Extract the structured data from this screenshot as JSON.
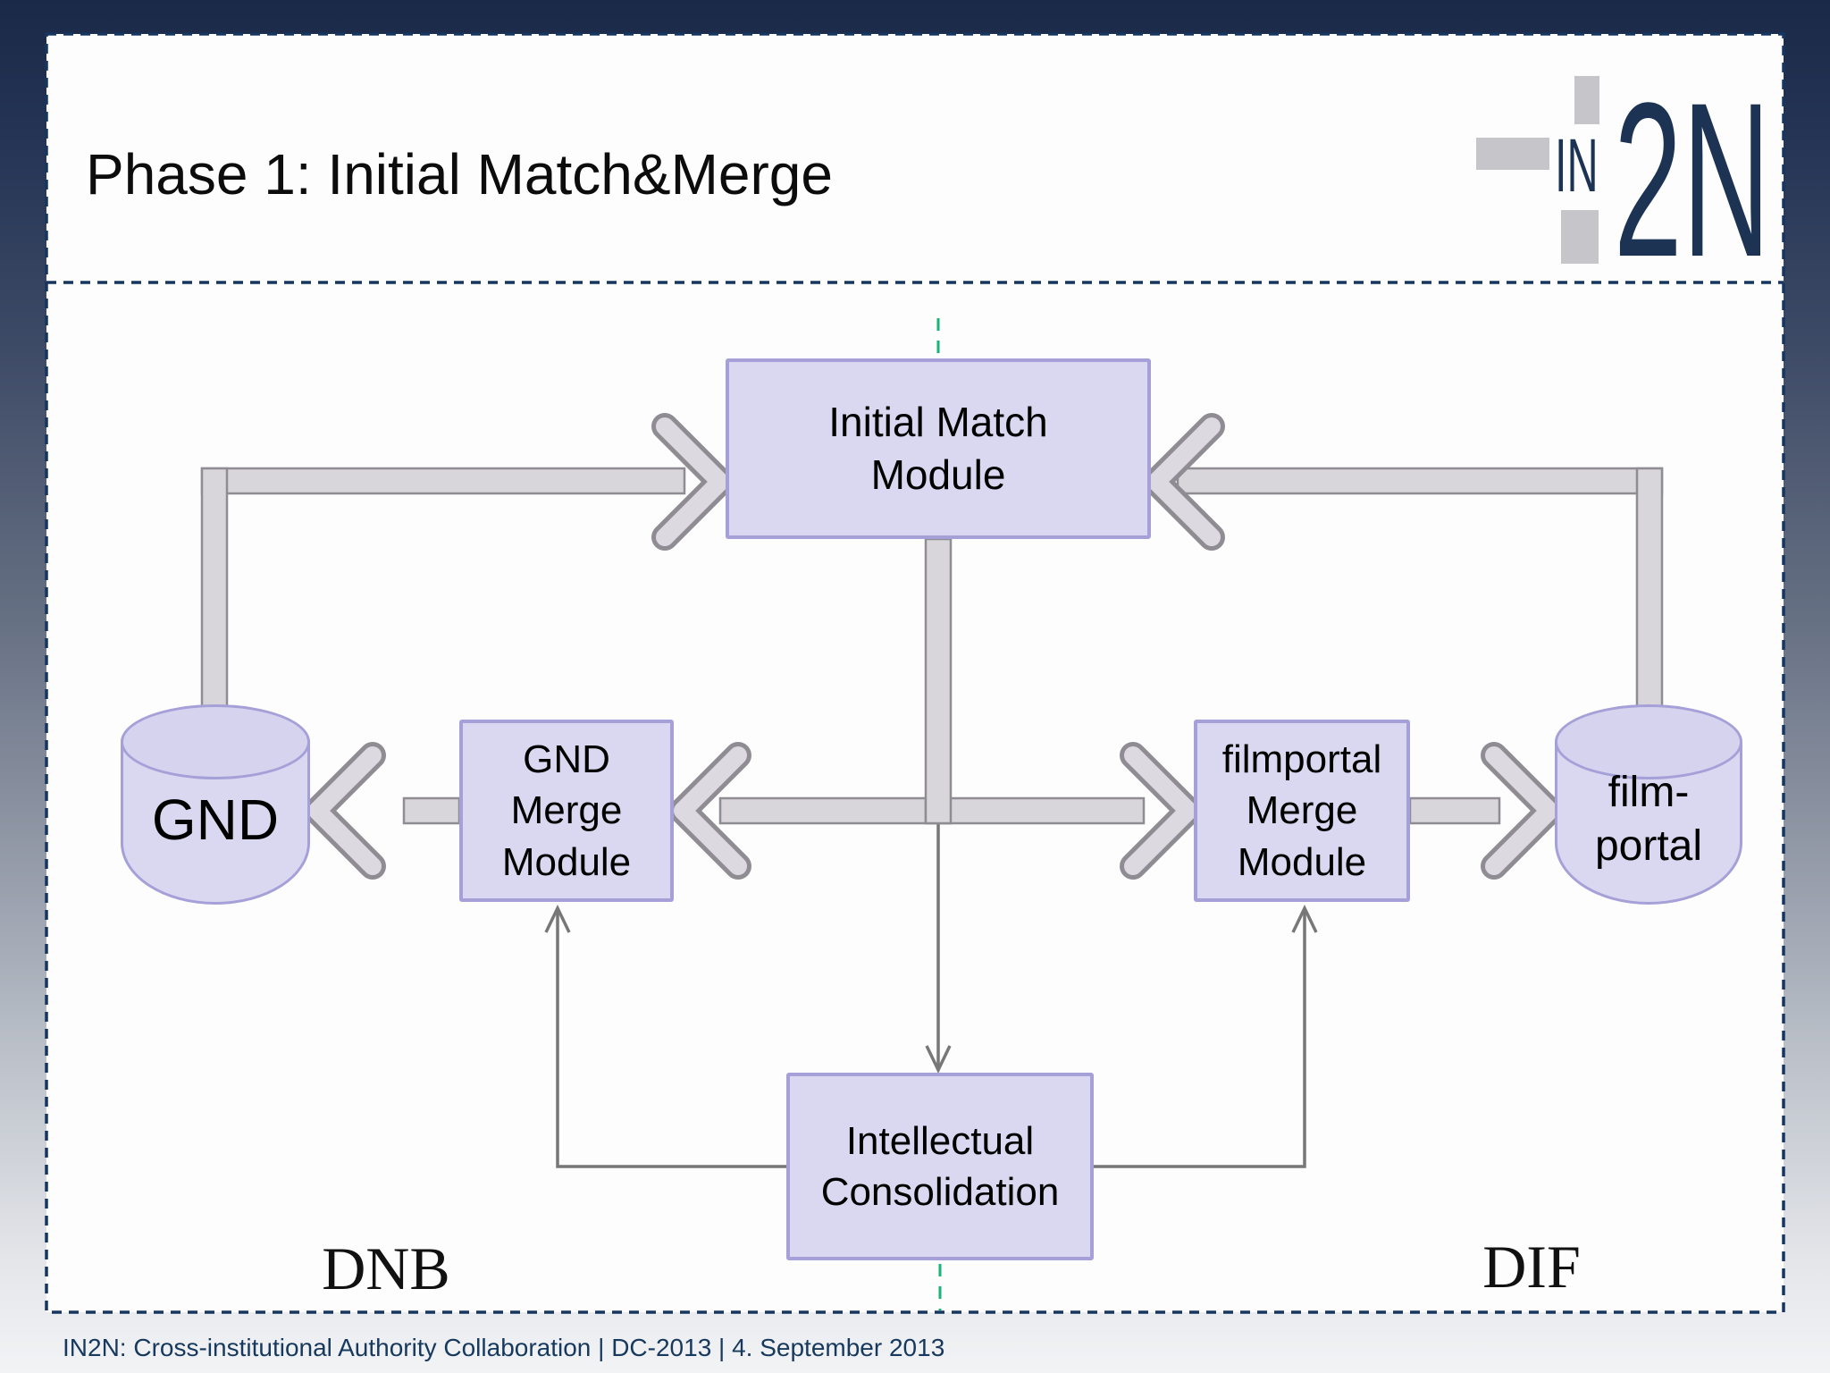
{
  "slide": {
    "title": "Phase 1: Initial Match&Merge",
    "footer": "IN2N: Cross-institutional Authority Collaboration | DC-2013 | 4. September 2013"
  },
  "logo": {
    "small": "IN",
    "large": "2N"
  },
  "diagram": {
    "nodes": {
      "initial_match_module": "Initial Match\nModule",
      "gnd_merge_module": "GND\nMerge\nModule",
      "filmportal_merge_module": "filmportal\nMerge\nModule",
      "intellectual_consolidation": "Intellectual\nConsolidation",
      "gnd_database": "GND",
      "filmportal_database": "film-\nportal",
      "left_region": "DNB",
      "right_region": "DIF"
    },
    "edges": [
      {
        "from": "GND",
        "to": "Initial Match Module"
      },
      {
        "from": "film-portal",
        "to": "Initial Match Module"
      },
      {
        "from": "Initial Match Module",
        "to": "GND Merge Module"
      },
      {
        "from": "Initial Match Module",
        "to": "filmportal Merge Module"
      },
      {
        "from": "Initial Match Module",
        "to": "Intellectual Consolidation"
      },
      {
        "from": "GND Merge Module",
        "to": "GND"
      },
      {
        "from": "filmportal Merge Module",
        "to": "film-portal"
      },
      {
        "from": "Intellectual Consolidation",
        "to": "GND Merge Module"
      },
      {
        "from": "Intellectual Consolidation",
        "to": "filmportal Merge Module"
      }
    ]
  },
  "colors": {
    "box_fill": "#dad8f1",
    "box_border": "#a5a0d8",
    "connector_fill": "#d8d6db",
    "connector_outline": "#8f8d93",
    "thin_arrow": "#777777",
    "border_navy": "#16365f",
    "green_dash": "#1ab478",
    "footer_navy": "#17395e",
    "logo_navy": "#1c3354",
    "logo_gray": "#c6c6ca"
  }
}
